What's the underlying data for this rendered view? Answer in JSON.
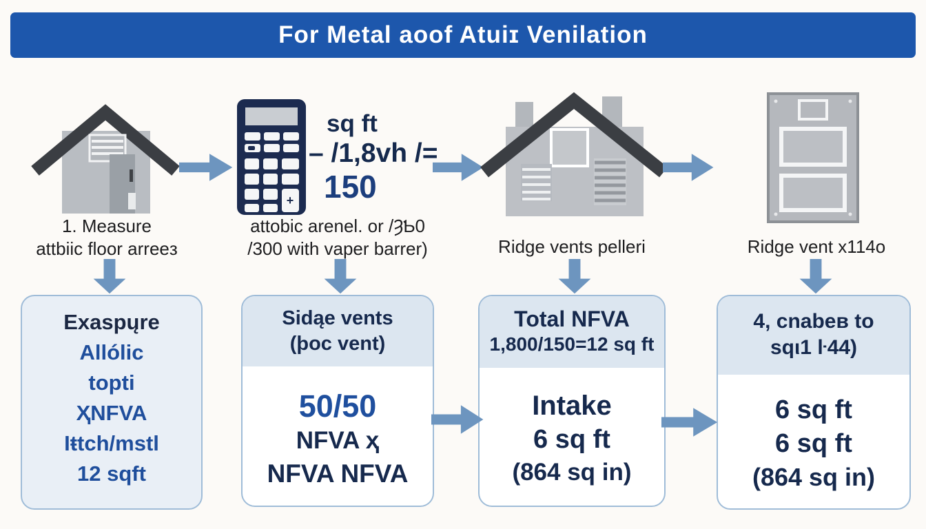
{
  "banner": {
    "title": "For Metal aoof Atuiɪ Venilation"
  },
  "colors": {
    "banner_bg": "#1d57ac",
    "arrow": "#6d95bf",
    "box_border": "#9fbcd8",
    "box_fill": "#e9eff6",
    "box_header_fill": "#dce6f0",
    "navy_text": "#16294d",
    "blue_text": "#1f4e9c",
    "roof_gray": "#3b3e43",
    "house_gray": "#b9bdc2"
  },
  "icons": {
    "step1": "house-with-gable-vent-icon",
    "step2": "calculator-icon",
    "step3": "house-with-ridge-vents-icon",
    "step4": "ridge-vent-panel-icon"
  },
  "columns": [
    {
      "caption_line1": "1. Measure",
      "caption_line2": "attbiic floor arreeз",
      "box": {
        "lines": [
          "Exaspųre",
          "Allólic",
          "topti",
          "ҲNFVA",
          "Iŧtch/mstl",
          "12 sqft"
        ]
      }
    },
    {
      "caption_line1": "attobic arenel. or /ȜƄ0",
      "caption_line2": "/300 with vaper barrer)",
      "calc": {
        "line1": "sq ft",
        "line2": "– /1,8vh /=",
        "line3": "150",
        "plus": "+"
      },
      "box": {
        "header_line1": "Sidąe vents",
        "header_line2": "(þoc vent)",
        "body_line1": "50/50",
        "body_line2": "NFVA ҳ",
        "body_line3": "NFVA NFVA"
      }
    },
    {
      "caption_line1": "Ridge vents pelleri",
      "box": {
        "header_line1": "Total NFVA",
        "header_line2": "1,800/150=12 sq ft",
        "body_line1": "Intake",
        "body_line2": "6 sq ft",
        "body_line3": "(864 sq in)"
      }
    },
    {
      "caption_line1": "Ridge vent x114o",
      "box": {
        "header_line1": "4, cnabeв to",
        "header_line2": "sqι1 ŀ44)",
        "body_line1": "6 sq ft",
        "body_line2": "6 sq ft",
        "body_line3": "(864 sq in)"
      }
    }
  ]
}
